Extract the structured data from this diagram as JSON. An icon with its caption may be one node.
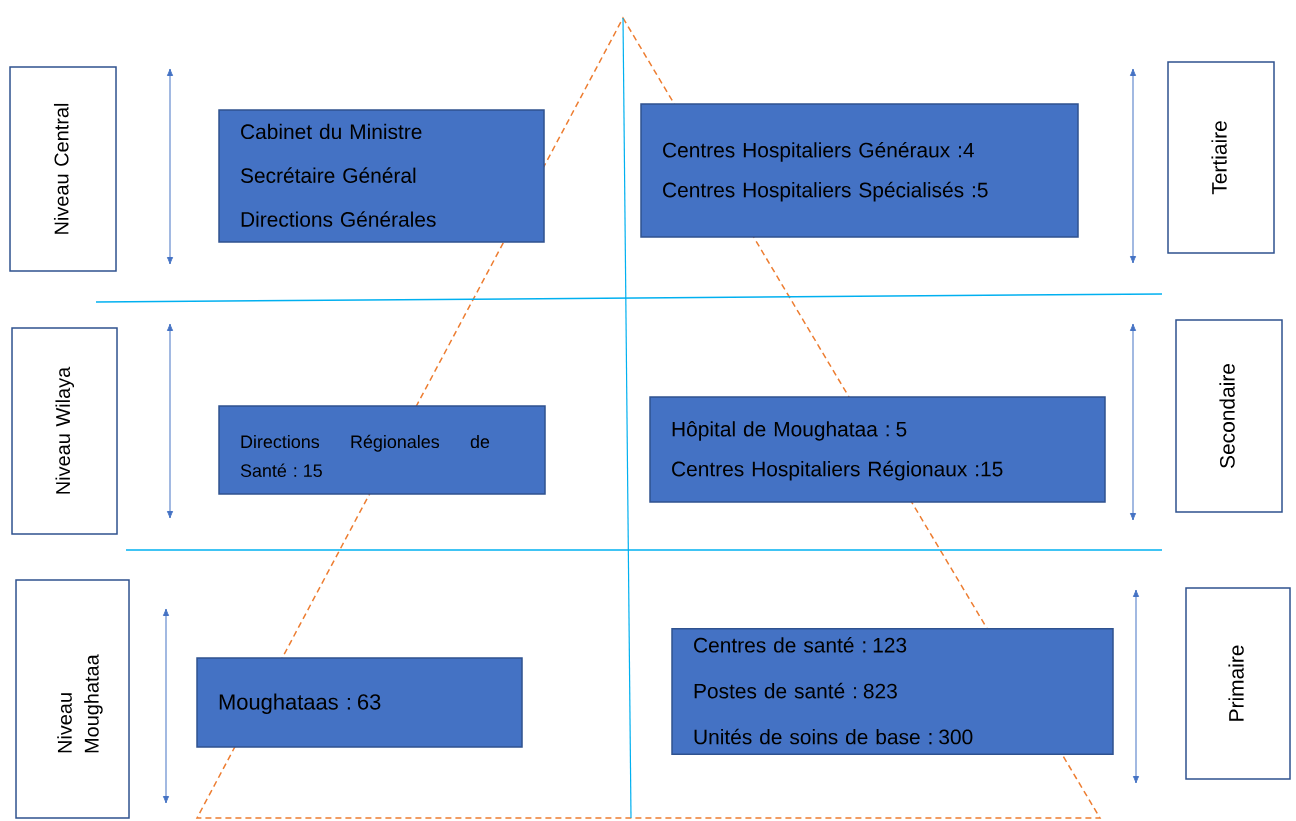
{
  "diagram": {
    "nodes": [
      {
        "text": [
          "Niveau  Central"
        ]
      },
      {
        "text": [
          "Cabinet du Ministre",
          "Secrétaire Général",
          "Directions Générales"
        ]
      },
      {
        "text": [
          "Centres Hospitaliers Généraux :4",
          "Centres Hospitaliers Spécialisés :5"
        ]
      },
      {
        "text": [
          "Tertiaire"
        ]
      },
      {
        "text": [
          "Niveau  Wilaya"
        ]
      },
      {
        "text": [
          "Directions Régionales de Santé :  15"
        ]
      },
      {
        "text": [
          "Hôpital de Moughataa : 5",
          "Centres Hospitaliers Régionaux :15"
        ]
      },
      {
        "text": [
          "Secondaire"
        ]
      },
      {
        "text": [
          "Niveau Moughataa"
        ]
      },
      {
        "text": [
          "Moughataas : 63"
        ]
      },
      {
        "text": [
          "Centres de santé : 123",
          "Postes de santé : 823",
          "Unités de soins de base : 300"
        ]
      },
      {
        "text": [
          "Primaire"
        ]
      }
    ]
  }
}
